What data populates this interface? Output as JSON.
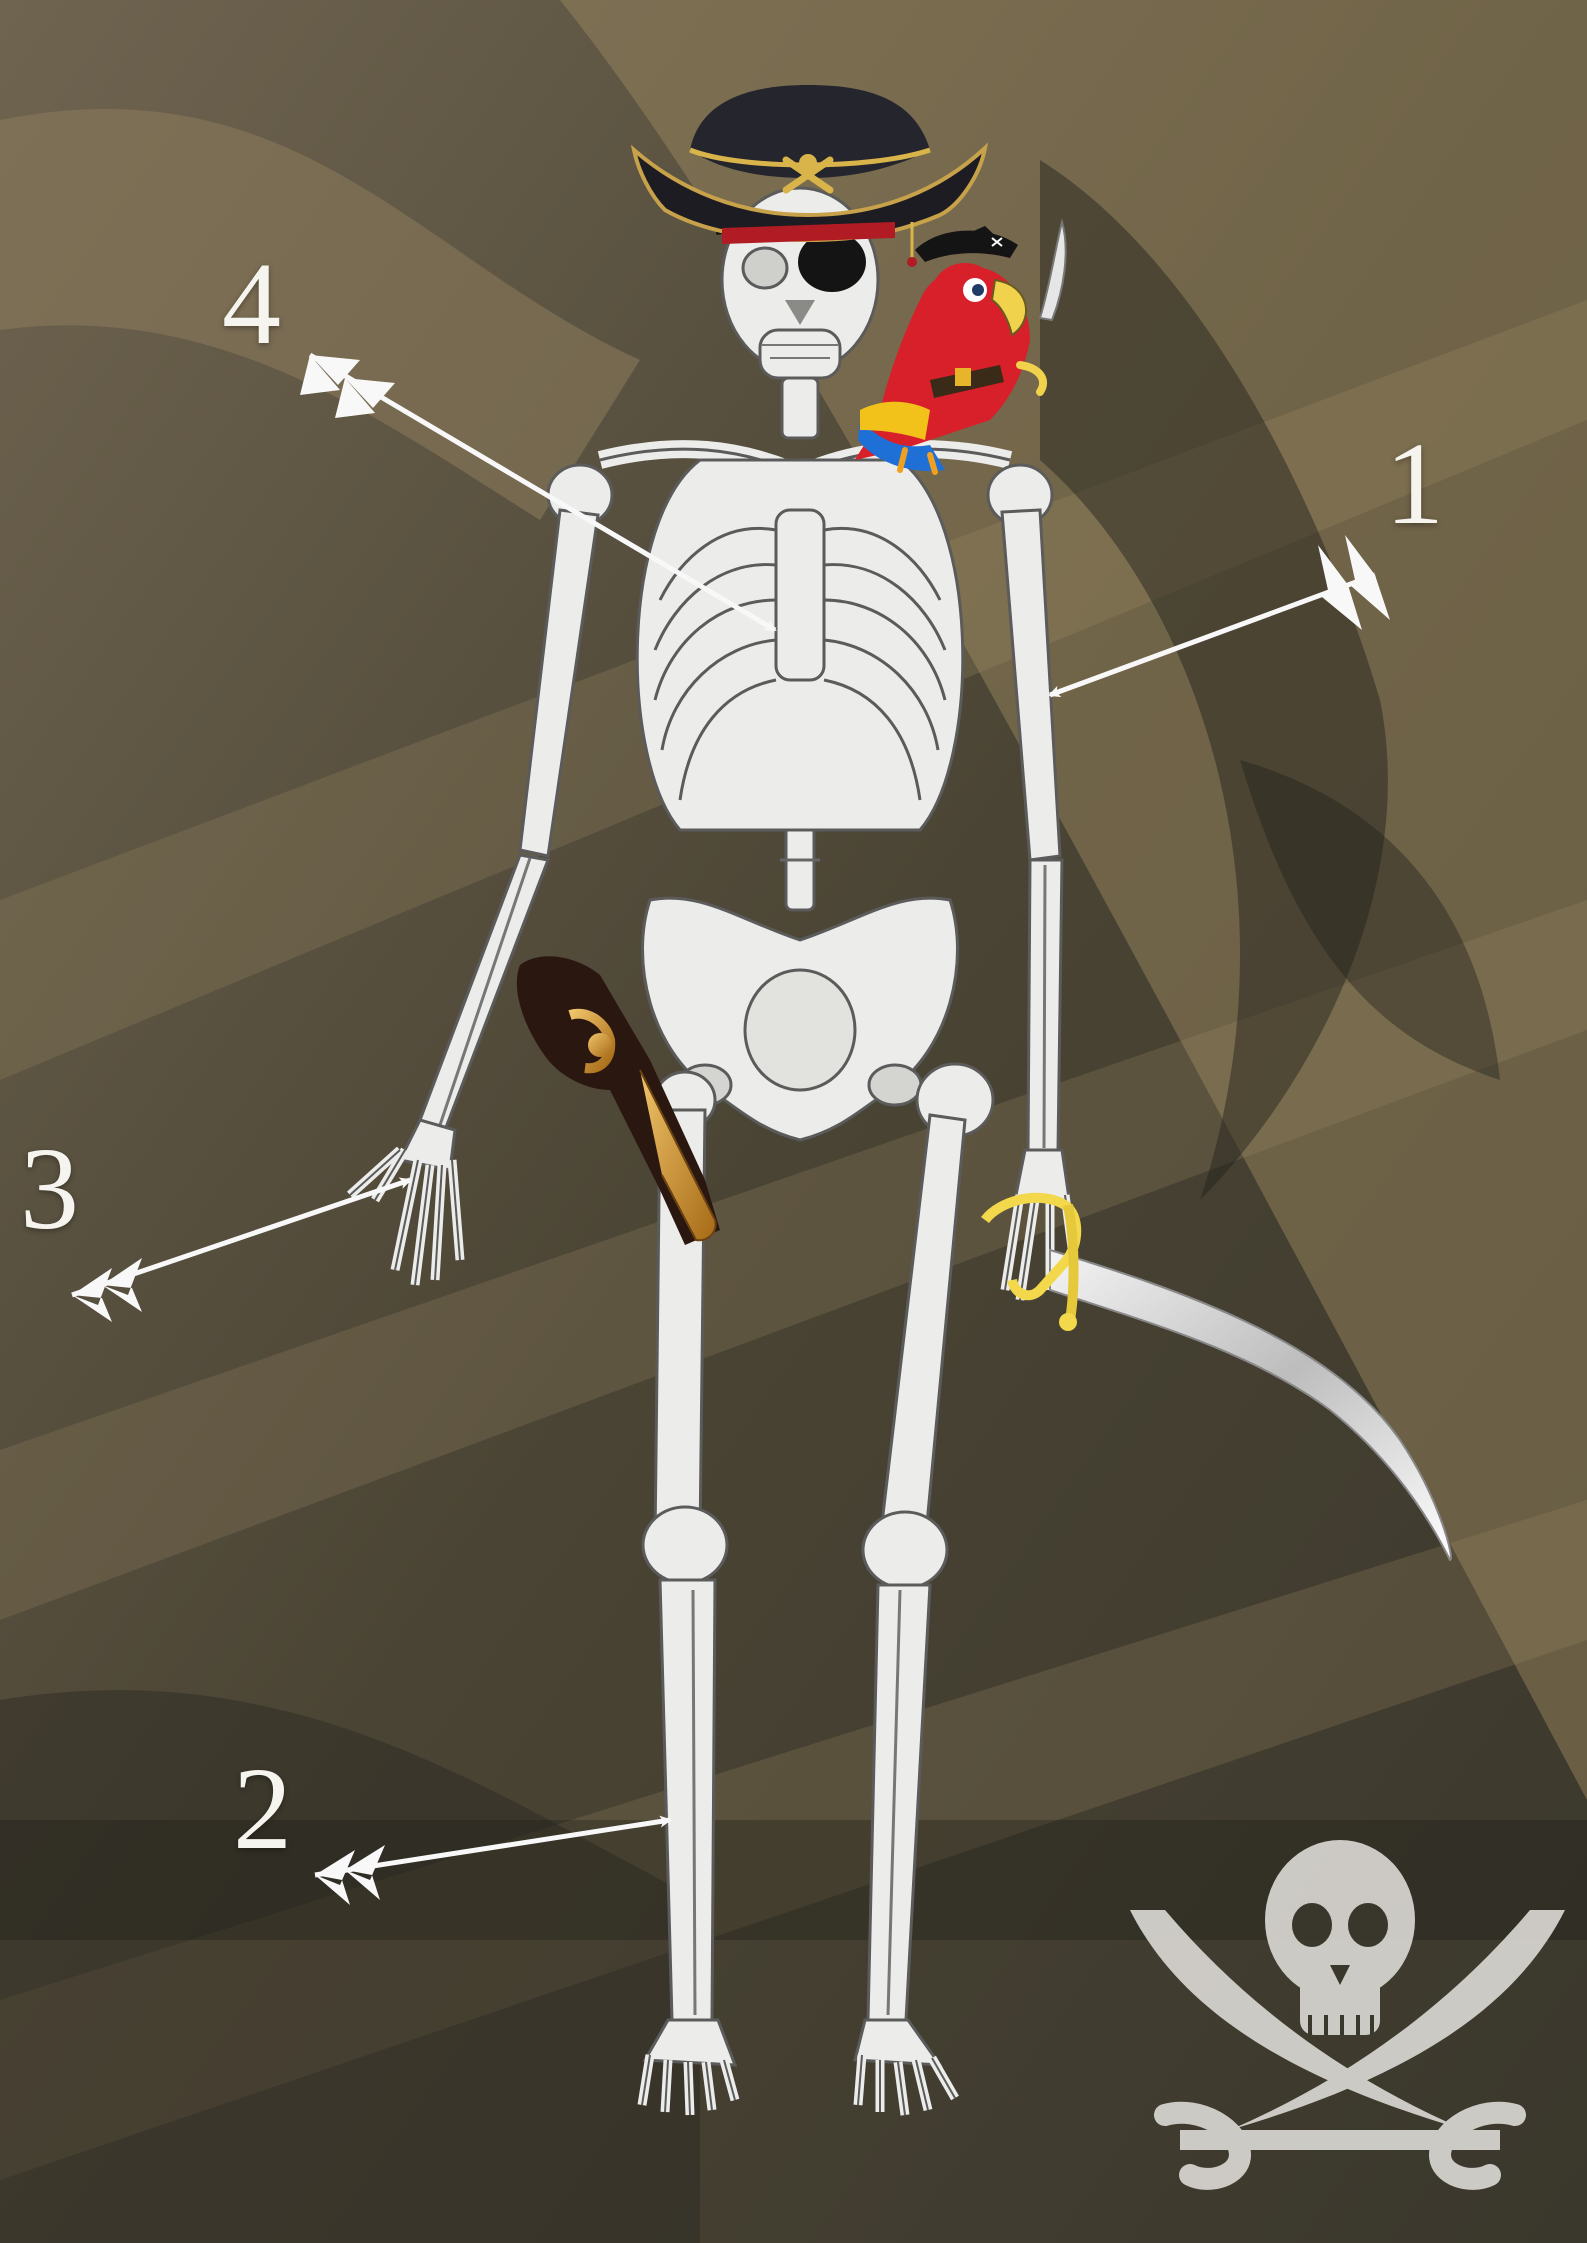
{
  "labels": {
    "l1": "1",
    "l2": "2",
    "l3": "3",
    "l4": "4"
  },
  "colors": {
    "background_light": "#8a7a5c",
    "background_dark": "#2b2a22",
    "bone": "#ececea",
    "bone_outline": "#5b5b5b",
    "arrow": "#f8f8f8",
    "parrot_red": "#d8202a",
    "hat": "#1c1c22",
    "gold": "#d9b44a"
  },
  "icons": [
    "pirate-hat-icon",
    "eye-patch-icon",
    "parrot-icon",
    "flintlock-pistol-icon",
    "cutlass-icon",
    "jolly-roger-icon",
    "arrow-icon"
  ]
}
